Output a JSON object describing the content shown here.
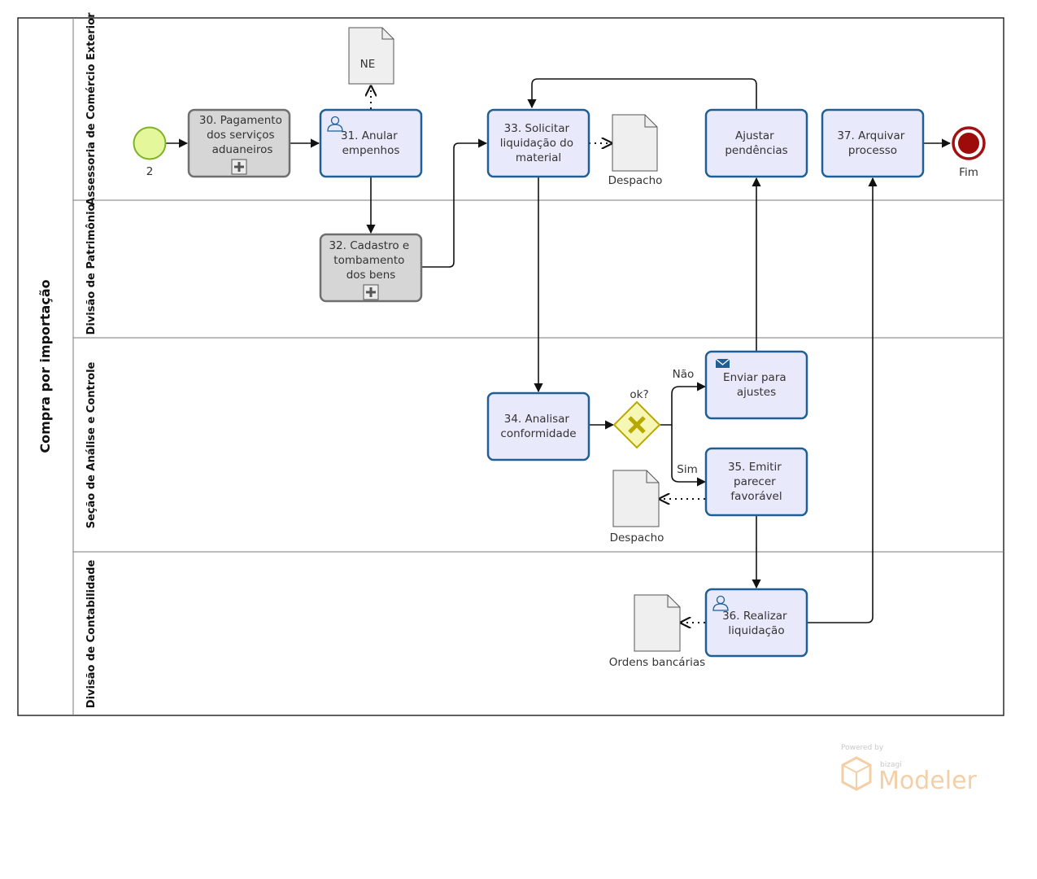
{
  "pool": {
    "label": "Compra por importação"
  },
  "lanes": [
    {
      "id": "lane-1",
      "label": "Assessoria de Comércio Exterior"
    },
    {
      "id": "lane-2",
      "label": "Divisão de Patrimônio"
    },
    {
      "id": "lane-3",
      "label": "Seção de Análise e Controle"
    },
    {
      "id": "lane-4",
      "label": "Divisão de Contabilidade"
    }
  ],
  "events": {
    "start": {
      "label": "2",
      "color": "#e4f79a"
    },
    "end": {
      "label": "Fim",
      "color": "#9e0b0b"
    }
  },
  "tasks": {
    "t30": {
      "lines": [
        "30. Pagamento",
        "dos serviços",
        "aduaneiros"
      ],
      "type": "subprocess"
    },
    "t31": {
      "lines": [
        "31. Anular",
        "empenhos"
      ],
      "type": "user-task"
    },
    "t32": {
      "lines": [
        "32. Cadastro e",
        "tombamento",
        "dos bens"
      ],
      "type": "subprocess"
    },
    "t33": {
      "lines": [
        "33. Solicitar",
        "liquidação do",
        "material"
      ],
      "type": "task"
    },
    "tAjustar": {
      "lines": [
        "Ajustar",
        "pendências"
      ],
      "type": "task"
    },
    "t37": {
      "lines": [
        "37. Arquivar",
        "processo"
      ],
      "type": "task"
    },
    "t34": {
      "lines": [
        "34. Analisar",
        "conformidade"
      ],
      "type": "task"
    },
    "tEnviar": {
      "lines": [
        "Enviar para",
        "ajustes"
      ],
      "type": "send-task"
    },
    "t35": {
      "lines": [
        "35. Emitir",
        "parecer",
        "favorável"
      ],
      "type": "task"
    },
    "t36": {
      "lines": [
        "36. Realizar",
        "liquidação"
      ],
      "type": "user-task"
    }
  },
  "gateway": {
    "label": "ok?",
    "no_label": "Não",
    "yes_label": "Sim"
  },
  "documents": {
    "ne": "NE",
    "despacho1": "Despacho",
    "despacho2": "Despacho",
    "ordens": "Ordens bancárias"
  },
  "branding": {
    "powered": "Powered by",
    "vendor": "bizagi",
    "product": "Modeler"
  },
  "colors": {
    "task_fill": "#e8eafb",
    "task_border": "#1f5f96",
    "subprocess_fill": "#d6d6d6",
    "gateway_fill": "#f6f7b5",
    "gateway_border": "#b9a800"
  }
}
